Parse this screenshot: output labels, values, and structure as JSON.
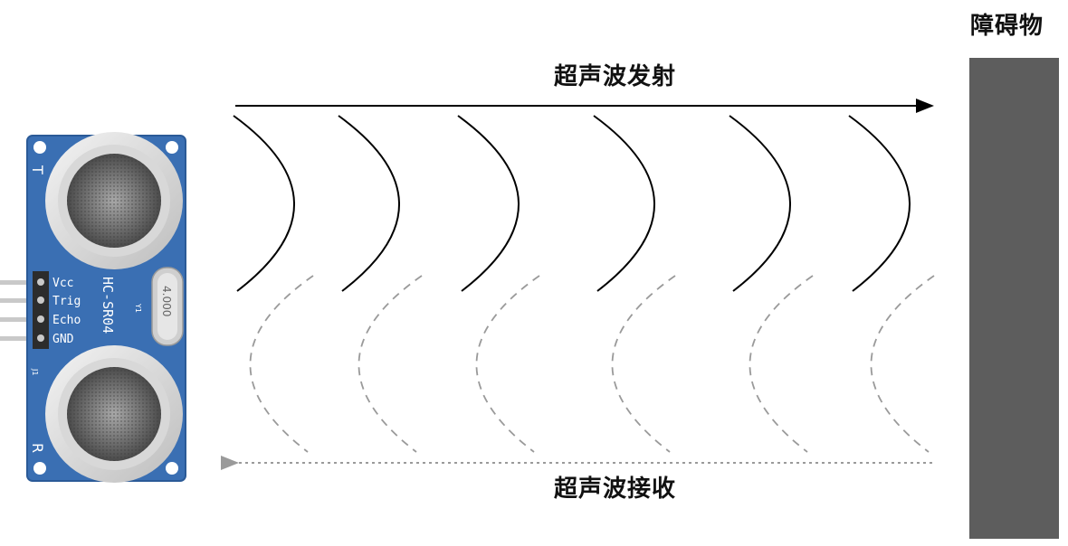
{
  "labels": {
    "obstacle": "障碍物",
    "emit": "超声波发射",
    "receive": "超声波接收"
  },
  "sensor": {
    "model": "HC-SR04",
    "crystal": "4.000",
    "pins": [
      "Vcc",
      "Trig",
      "Echo",
      "GND"
    ],
    "transmitter_mark": "T",
    "receiver_mark": "R",
    "crystal_ref": "Y1",
    "header_ref": "J1"
  },
  "colors": {
    "obstacle": "#5d5d5d",
    "board": "#3a6fb3",
    "emit_wave": "#000000",
    "receive_wave": "#9a9a9a"
  }
}
